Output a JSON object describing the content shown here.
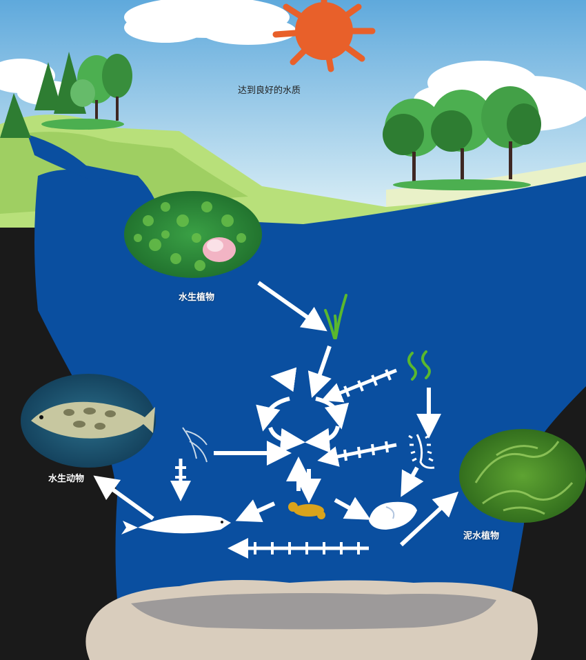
{
  "title": "达到良好的水质",
  "labels": {
    "aquatic_plants": "水生植物",
    "aquatic_animals": "水生动物",
    "mud_plants": "泥水植物"
  },
  "colors": {
    "sky": "#a8d2ea",
    "water": "#0a4fa0",
    "grass": "#b8e07a",
    "soil": "#1a1a1a",
    "sun": "#e8602a",
    "arrow": "#ffffff",
    "sediment": "#d9cdbd"
  },
  "icons": [
    "sun-icon",
    "cloud-icon",
    "tree-icon",
    "duckweed-icon",
    "fish-icon",
    "snail-icon",
    "worm-icon",
    "grass-sprout-icon",
    "algae-icon",
    "larva-icon",
    "mussel-icon"
  ]
}
